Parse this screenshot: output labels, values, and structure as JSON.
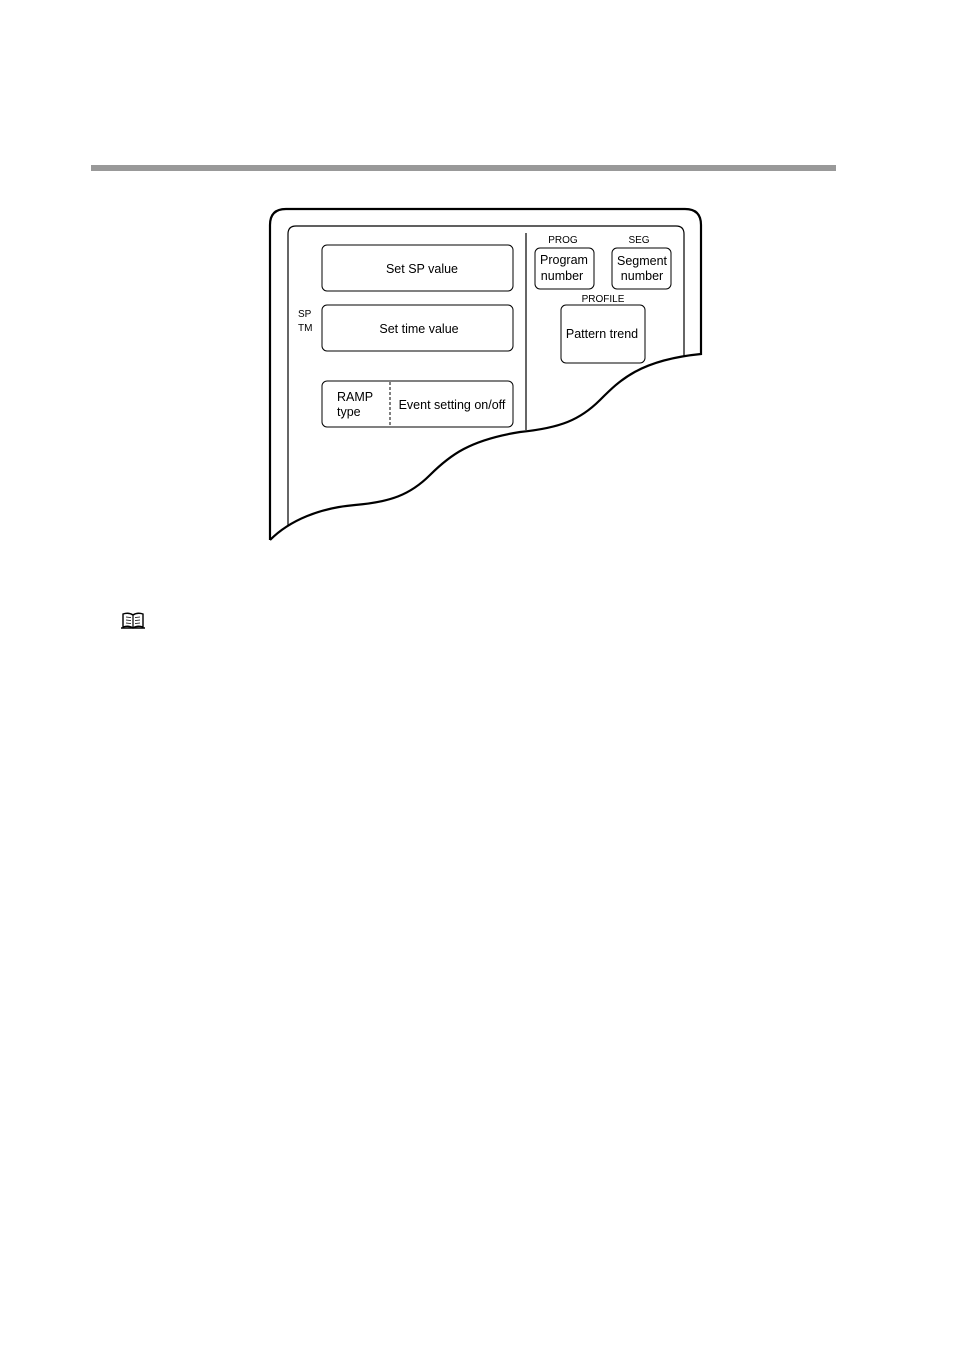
{
  "panel": {
    "sp_label": "SP",
    "tm_label": "TM",
    "set_sp_value": "Set SP value",
    "set_time_value": "Set time value",
    "ramp_type_line1": "RAMP",
    "ramp_type_line2": "type",
    "event_setting": "Event setting on/off",
    "prog_label": "PROG",
    "program_number_line1": "Program",
    "program_number_line2": "number",
    "seg_label": "SEG",
    "segment_number_line1": "Segment",
    "segment_number_line2": "number",
    "profile_label": "PROFILE",
    "pattern_trend": "Pattern trend"
  },
  "colors": {
    "rule": "#999999",
    "line": "#000000"
  },
  "icons": {
    "note": "book-icon"
  }
}
